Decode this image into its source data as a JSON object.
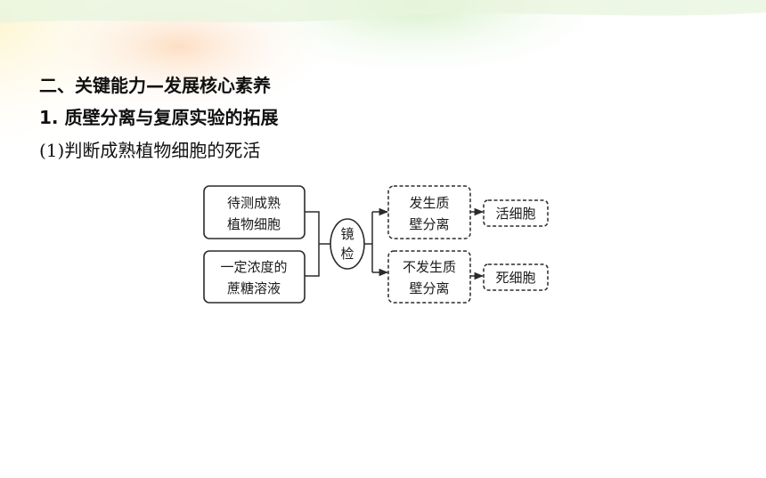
{
  "section_title": "二、关键能力—发展核心素养",
  "subsection_title": "1. 质壁分离与复原实验的拓展",
  "item_title": "(1)判断成熟植物细胞的死活",
  "diagram": {
    "input_1": [
      "待测成熟",
      "植物细胞"
    ],
    "input_2": [
      "一定浓度的",
      "蔗糖溶液"
    ],
    "check": [
      "镜",
      "检"
    ],
    "outcome_1": [
      "发生质",
      "壁分离"
    ],
    "result_1": "活细胞",
    "outcome_2": [
      "不发生质",
      "壁分离"
    ],
    "result_2": "死细胞"
  },
  "colors": {
    "line": "#2b2b2b",
    "deco_green": "#b9e3a6",
    "deco_yellow": "#fbe9a4",
    "deco_orange": "#f9c79c"
  }
}
